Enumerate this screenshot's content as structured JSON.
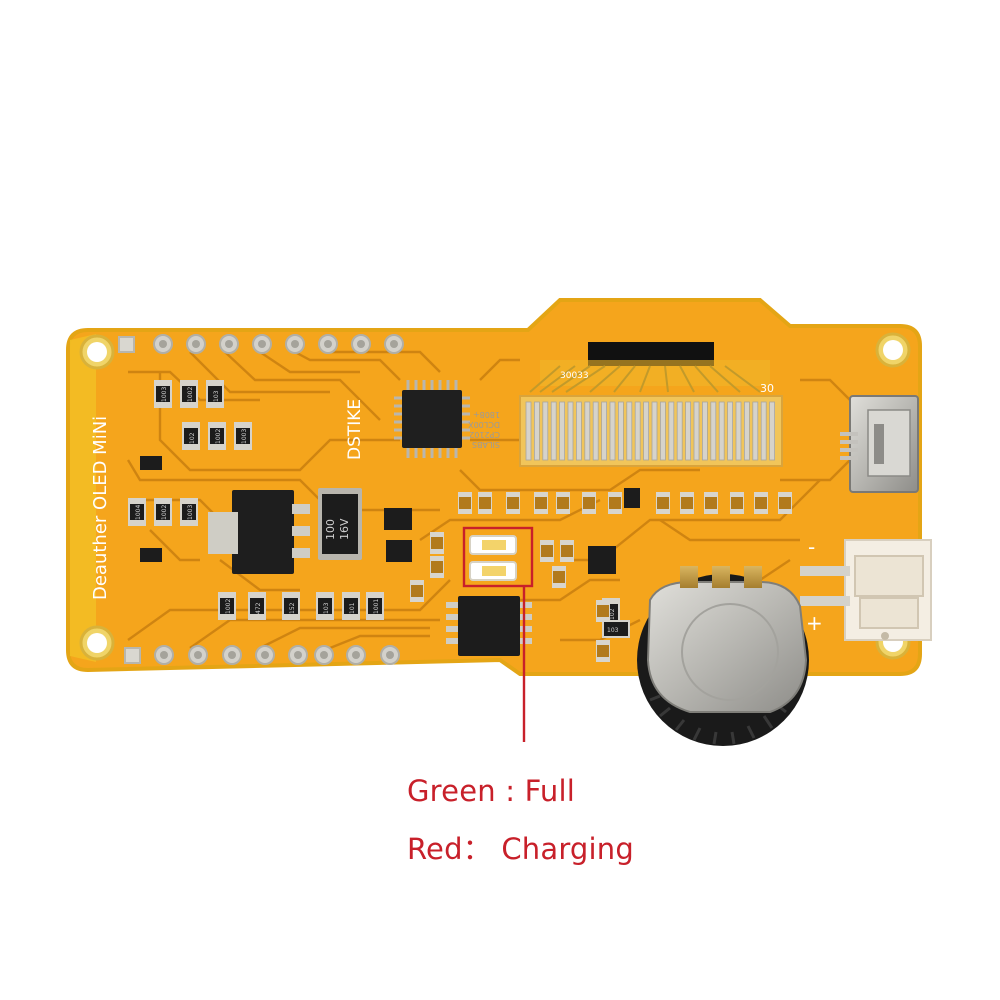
{
  "board": {
    "name": "Deauther OLED MiNi",
    "brand": "DSTIKE",
    "display_numbers": [
      "30033",
      "30"
    ],
    "polarity_marks": [
      "+",
      "-"
    ]
  },
  "chip": {
    "lines": [
      "SILABS",
      "CP2102",
      "DCL00X",
      "1808+"
    ]
  },
  "capacitor": {
    "value": "100",
    "voltage": "16V"
  },
  "resistor_codes": [
    "1003",
    "1002",
    "103",
    "102",
    "1002",
    "1003",
    "1004",
    "1002",
    "1003",
    "1002",
    "472",
    "152",
    "103",
    "101",
    "1001",
    "102",
    "103"
  ],
  "annotations": {
    "line1": "Green : Full",
    "line2": "Red： Charging"
  },
  "colors": {
    "pcb": "#f5a51c",
    "pcb_edge": "#e4a515",
    "trace": "#c97f10",
    "annotation": "#c8202a",
    "silkscreen": "#ffffff"
  }
}
